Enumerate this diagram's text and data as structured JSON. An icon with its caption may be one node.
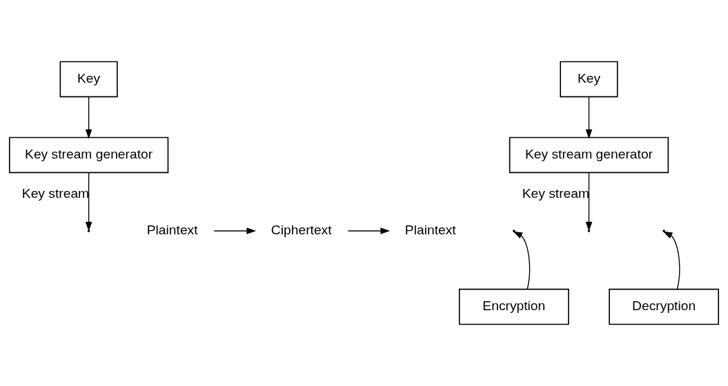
{
  "diagram": {
    "nodes": [
      {
        "text": [
          "Key"
        ]
      },
      {
        "text": [
          "Key stream generator"
        ]
      },
      {
        "text": [
          "Plaintext"
        ]
      },
      {
        "text": [
          "Encryption"
        ]
      },
      {
        "text": [
          "Ciphertext"
        ]
      },
      {
        "text": [
          "Key"
        ]
      },
      {
        "text": [
          "Key stream generator"
        ]
      },
      {
        "text": [
          "Decryption"
        ]
      },
      {
        "text": [
          "Plaintext"
        ]
      }
    ],
    "edges": [
      {
        "from": 0,
        "to": 1,
        "arrow": "to"
      },
      {
        "from": 1,
        "to": null,
        "arrow": "to",
        "label": "Key stream"
      },
      {
        "from": 2,
        "to": 4,
        "arrow": "to"
      },
      {
        "from": 3,
        "to": null,
        "arrow": "to"
      },
      {
        "from": 5,
        "to": 6,
        "arrow": "to"
      },
      {
        "from": 6,
        "to": null,
        "arrow": "to",
        "label": "Key stream"
      },
      {
        "from": 4,
        "to": 8,
        "arrow": "to"
      },
      {
        "from": 7,
        "to": null,
        "arrow": "to"
      }
    ]
  }
}
